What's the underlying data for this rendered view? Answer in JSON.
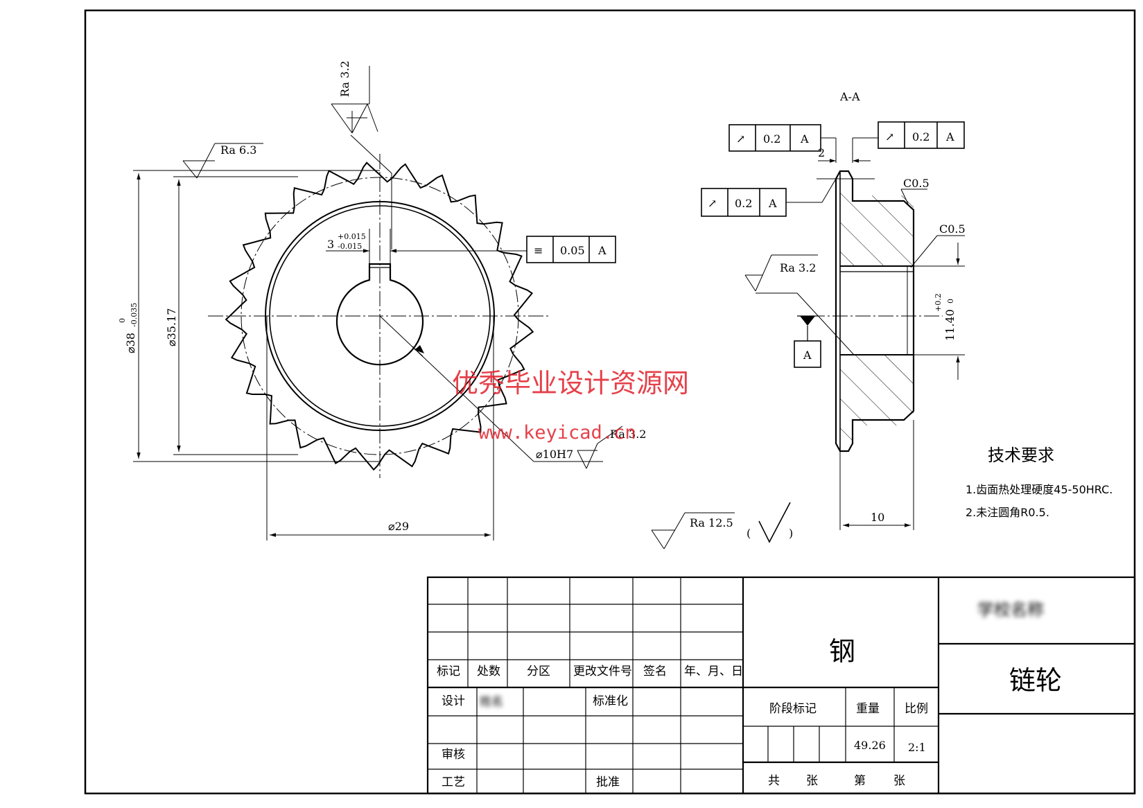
{
  "front_view": {
    "ra_top": "Ra 3.2",
    "ra_left": "Ra 6.3",
    "ra_bore": "Ra 3.2",
    "dim_outer": "⌀38",
    "dim_outer_tol_upper": "0",
    "dim_outer_tol_lower": "-0.035",
    "dim_root": "⌀35.17",
    "dim_hub": "⌀29",
    "dim_bore": "⌀10H7",
    "keyway_width": "3",
    "keyway_tol_upper": "+0.015",
    "keyway_tol_lower": "-0.015",
    "symmetry_tol": {
      "symbol": "≡",
      "value": "0.05",
      "datum": "A"
    }
  },
  "section_view": {
    "title": "A-A",
    "runout_frames": [
      {
        "symbol": "↗",
        "value": "0.2",
        "datum": "A"
      },
      {
        "symbol": "↗",
        "value": "0.2",
        "datum": "A"
      },
      {
        "symbol": "↗",
        "value": "0.2",
        "datum": "A"
      }
    ],
    "dim_2": "2",
    "chamfer_1": "C0.5",
    "chamfer_2": "C0.5",
    "ra_bore": "Ra 3.2",
    "datum_label": "A",
    "dim_bore_len": "11.40",
    "dim_bore_tol_upper": "+0.2",
    "dim_bore_tol_lower": "0",
    "dim_width": "10"
  },
  "general_roughness": {
    "label": "Ra 12.5",
    "paren_open": "(",
    "paren_close": ")"
  },
  "tech_requirements": {
    "title": "技术要求",
    "items": [
      "1.齿面热处理硬度45-50HRC.",
      "2.未注圆角R0.5."
    ]
  },
  "watermark": {
    "line1": "优秀毕业设计资源网",
    "line2": "www.keyicad.cn"
  },
  "title_block": {
    "headers": [
      "标记",
      "处数",
      "分区",
      "更改文件号",
      "签名",
      "年、月、日"
    ],
    "rows": {
      "design": "设计",
      "standardize": "标准化",
      "review": "审核",
      "process": "工艺",
      "approve": "批准"
    },
    "material": "钢",
    "stage": "阶段标记",
    "weight_label": "重量",
    "scale_label": "比例",
    "weight_value": "49.26",
    "scale_value": "2:1",
    "sheets": [
      "共",
      "张",
      "第",
      "张"
    ],
    "drawing_name": "链轮",
    "school_blurred": "学校名称",
    "designer_blurred": "姓名"
  },
  "colors": {
    "line": "#000000",
    "watermark": "#e0202a"
  }
}
